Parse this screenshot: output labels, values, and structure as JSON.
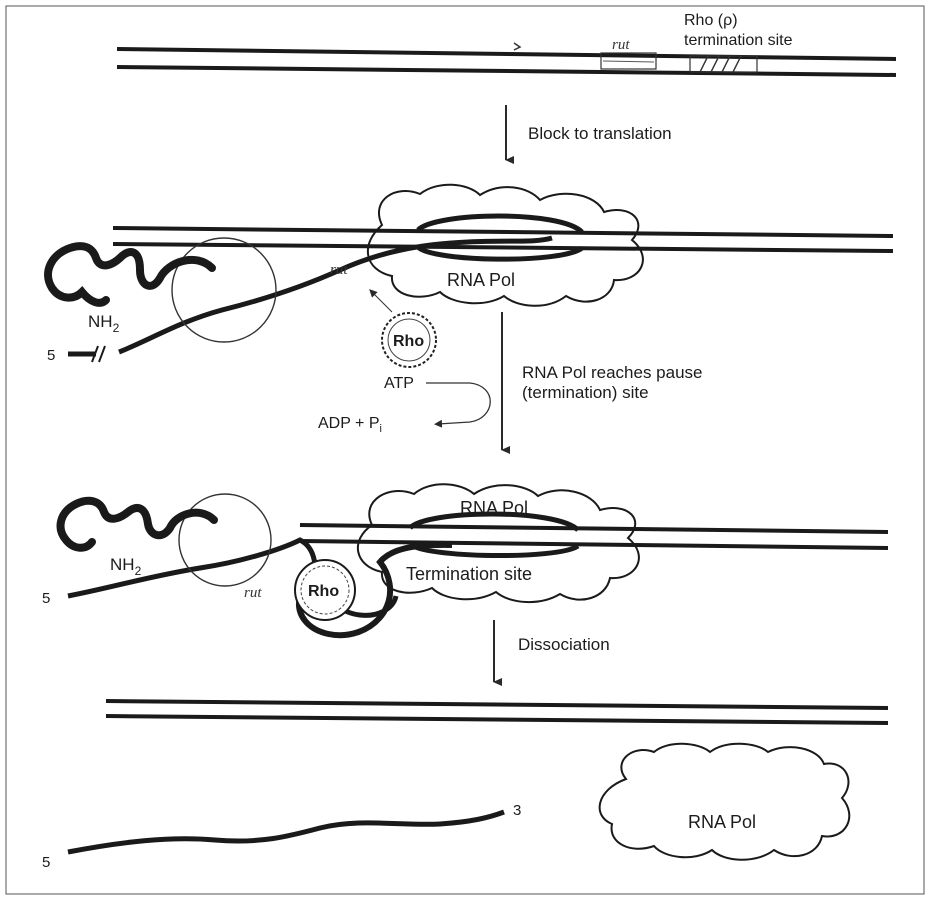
{
  "panel1": {
    "rut": "rut",
    "rho_site_line1": "Rho (ρ)",
    "rho_site_line2": "termination site"
  },
  "step1": {
    "label": "Block to translation"
  },
  "panel2": {
    "rna_pol": "RNA Pol",
    "rut": "rut",
    "nh2": "NH",
    "nh2_sub": "2",
    "five_prime": "5",
    "rho": "Rho"
  },
  "step2": {
    "label_line1": "RNA Pol reaches pause",
    "label_line2": "(termination) site",
    "atp": "ATP",
    "adp": "ADP + P",
    "adp_sub": "i"
  },
  "panel3": {
    "rna_pol": "RNA Pol",
    "termination_site": "Termination site",
    "nh2": "NH",
    "nh2_sub": "2",
    "five_prime": "5",
    "rut": "rut",
    "rho": "Rho"
  },
  "step3": {
    "label": "Dissociation"
  },
  "panel4": {
    "five_prime": "5",
    "three_prime": "3",
    "rna_pol": "RNA Pol"
  }
}
